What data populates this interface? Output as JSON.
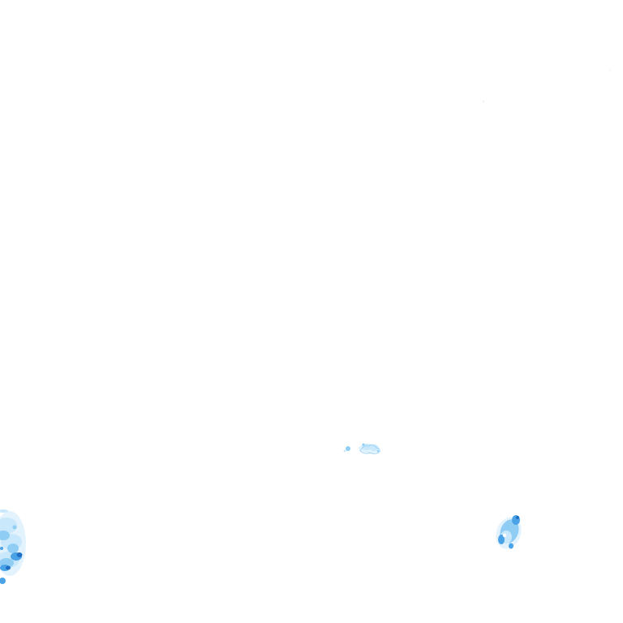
{
  "map": {
    "kind": "precipitation-radar-overlay",
    "background_color": "#ffffff",
    "palette": {
      "light": "#c9e8fb",
      "medium": "#8fcdf5",
      "strong": "#4aa3e6",
      "heavy": "#1f6fc4"
    },
    "echo_cells": [
      {
        "name": "echo-cell-southwest",
        "intensity_levels": [
          "light",
          "medium",
          "strong",
          "heavy"
        ]
      },
      {
        "name": "echo-cell-center",
        "intensity_levels": [
          "light",
          "medium"
        ]
      },
      {
        "name": "echo-cell-southeast",
        "intensity_levels": [
          "light",
          "medium",
          "strong"
        ]
      }
    ]
  }
}
